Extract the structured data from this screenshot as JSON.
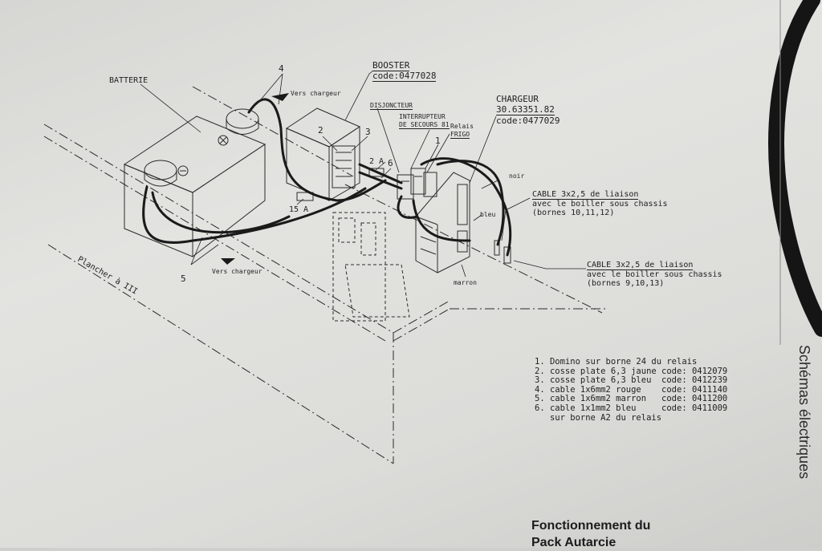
{
  "header": {
    "battery": "BATTERIE",
    "booster": "BOOSTER",
    "booster_code": "code:0477028",
    "charger": "CHARGEUR",
    "charger_ref": "30.63351.82",
    "charger_code": "code:0477029",
    "disjoncteur": "DISJONCTEUR",
    "interrupteur_l1": "INTERRUPTEUR",
    "interrupteur_l2": "DE SECOURS 81",
    "relais_l1": "Relais",
    "relais_l2": "FRIGO"
  },
  "callouts": {
    "n1": "1",
    "n2": "2",
    "n3": "3",
    "n4": "4",
    "n5": "5",
    "n6": "6",
    "fuse_15": "15 A",
    "fuse_2": "2 A",
    "vers_chargeur_top": "Vers chargeur",
    "vers_chargeur_bottom": "Vers chargeur",
    "noir": "noir",
    "bleu": "bleu",
    "marron": "marron",
    "plancher": "Plancher à III"
  },
  "cables": {
    "c1_l1": "CABLE 3x2,5 de liaison",
    "c1_l2": "avec le boiller sous chassis",
    "c1_l3": "(bornes 10,11,12)",
    "c2_l1": "CABLE 3x2,5 de liaison",
    "c2_l2": "avec le boiller sous chassis",
    "c2_l3": "(bornes 9,10,13)"
  },
  "legend": [
    "1. Domino sur borne 24 du relais",
    "2. cosse plate 6,3 jaune code: 0412079",
    "3. cosse plate 6,3 bleu  code: 0412239",
    "4. cable 1x6mm2 rouge    code: 0411140",
    "5. cable 1x6mm2 marron   code: 0411200",
    "6. cable 1x1mm2 bleu     code: 0411009",
    "   sur borne A2 du relais"
  ],
  "footer": {
    "title_l1": "Fonctionnement du",
    "title_l2": "Pack Autarcie"
  },
  "side": {
    "section": "Schémas électriques"
  }
}
